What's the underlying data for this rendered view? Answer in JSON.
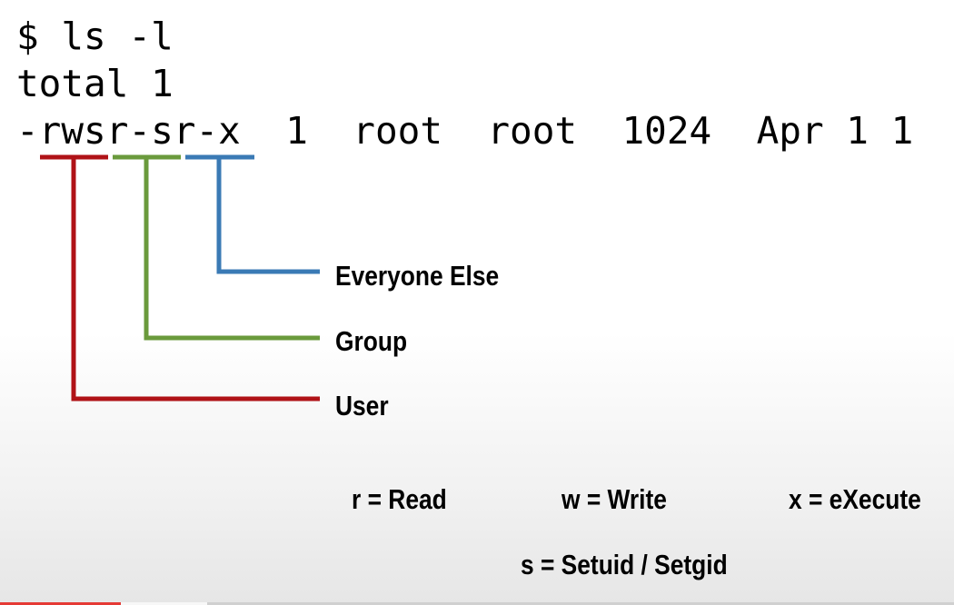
{
  "terminal": {
    "command": "$ ls -l",
    "total": "total 1",
    "listing": "-rwsr-sr-x  1  root  root  1024  Apr 1 1"
  },
  "labels": {
    "other": "Everyone Else",
    "group": "Group",
    "user": "User"
  },
  "legend": {
    "read": "r = Read",
    "write": "w = Write",
    "execute": "x = eXecute",
    "setuid": "s = Setuid / Setgid"
  },
  "colors": {
    "user": "#b01217",
    "group": "#6a9a3c",
    "other": "#3a7ab5",
    "progress": "#e53935"
  },
  "video": {
    "progress": 0.127,
    "buffered": 0.217
  }
}
